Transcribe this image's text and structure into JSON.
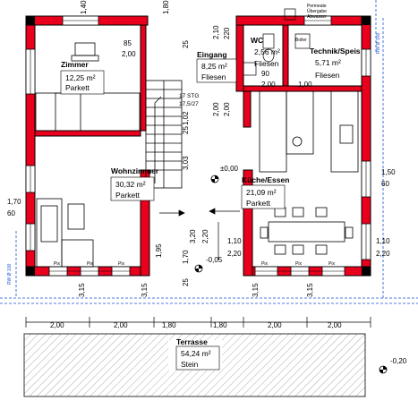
{
  "colors": {
    "wall": "#e8001c",
    "outline": "#000000",
    "blue": "#1a4fd6",
    "hatch": "#555555",
    "paper": "#ffffff"
  },
  "rooms": {
    "zimmer": {
      "name": "Zimmer",
      "area": "12,25 m²",
      "floor": "Parkett"
    },
    "eingang": {
      "name": "Eingang",
      "area": "8,25 m²",
      "floor": "Fliesen"
    },
    "wc": {
      "name": "WC",
      "area": "2,56 m²",
      "floor": "Fliesen"
    },
    "technik": {
      "name": "Technik/Speis",
      "area": "5,71 m²",
      "floor": "Fliesen"
    },
    "wohnzimmer": {
      "name": "Wohnzimmer",
      "area": "30,32 m²",
      "floor": "Parkett"
    },
    "kueche": {
      "name": "Küche/Essen",
      "area": "21,09 m²",
      "floor": "Parkett"
    },
    "terrasse": {
      "name": "Terrasse",
      "area": "54,24 m²",
      "floor": "Stein"
    }
  },
  "stair": {
    "steps": "17 STG",
    "rise": "17,5/27"
  },
  "levels": {
    "main": "±0,00",
    "terrace": "-0,05",
    "garden": "-0,20"
  },
  "blue_labels": {
    "pipe": "RW Ø 100",
    "pipe_right": "RW Ø 100"
  },
  "boiler": "Boiler",
  "tech_notes": [
    "Permeate",
    "Übergabe",
    "Abwasser"
  ],
  "small_labels": {
    "pix": "Pix"
  },
  "dims": {
    "bottom_row": [
      "2,00",
      "2,00",
      "1,80",
      "1,80",
      "2,00",
      "2,00"
    ],
    "vert_3_15": "3,15",
    "vert_25": "25",
    "vert_1_95": "1,95",
    "vert_1_70": "1,70",
    "vert_3_20": "3,20",
    "vert_2_20": "2,20",
    "vert_3_03": "3,03",
    "vert_1_02": "1,02",
    "vert_2_00": "2,00",
    "vert_2_10": "2,10",
    "vert_1_40": "1,40",
    "h_85": "85",
    "h_2_00": "2,00",
    "h_2_10": "2,10",
    "h_2_20": "2,20",
    "h_90": "90",
    "h_1_00": "1,00",
    "h_220": "220",
    "right_1_50": "1,50",
    "right_60": "60",
    "right_1_10": "1,10",
    "right_2_20": "2,20",
    "left_1_70": "1,70",
    "left_60": "60",
    "left_1_10": "1,10",
    "left_2_20": "2,20",
    "top_1_80": "1,80",
    "top_1_40": "1,40"
  }
}
